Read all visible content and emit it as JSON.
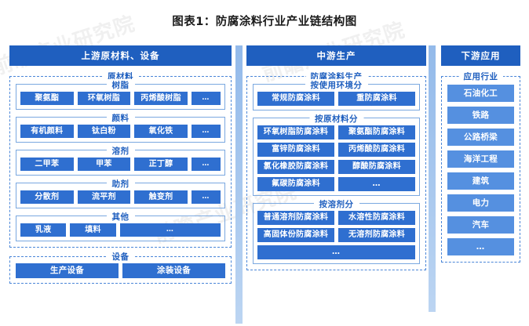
{
  "title": "图表1：防腐涂料行业产业链结构图",
  "watermarks": [
    "前瞻产业研究院",
    "前瞻产业研究院",
    "前瞻产业研究院",
    "前瞻"
  ],
  "colors": {
    "header_blue": "#1f5fbf",
    "chip_blue": "#2f6fd0",
    "chip_blue_light": "#5590e0",
    "dashed_border": "#4a86d8",
    "solid_border": "#7aa8e0",
    "separator": "#93baea",
    "label_text": "#1f5fbf"
  },
  "upstream": {
    "header": "上游原材料、设备",
    "raw_materials": {
      "label": "原材料",
      "groups": [
        {
          "label": "树脂",
          "items": [
            "聚氨酯",
            "环氧树脂",
            "丙烯酸树脂",
            "…"
          ]
        },
        {
          "label": "颜料",
          "items": [
            "有机颜料",
            "钛白粉",
            "氧化铁",
            "…"
          ]
        },
        {
          "label": "溶剂",
          "items": [
            "二甲苯",
            "甲苯",
            "正丁醇",
            "…"
          ]
        },
        {
          "label": "助剂",
          "items": [
            "分散剂",
            "流平剂",
            "触变剂",
            "…"
          ]
        },
        {
          "label": "其他",
          "items": [
            "乳液",
            "填料",
            "…"
          ]
        }
      ]
    },
    "equipment": {
      "label": "设备",
      "items": [
        "生产设备",
        "涂装设备"
      ]
    }
  },
  "midstream": {
    "header": "中游生产",
    "production": {
      "label": "防腐涂料生产",
      "groups": [
        {
          "label": "按使用环境分",
          "rows": [
            [
              "常规防腐涂料",
              "重防腐涂料"
            ]
          ]
        },
        {
          "label": "按原材料分",
          "rows": [
            [
              "环氧树脂防腐涂料",
              "聚氨酯防腐涂料"
            ],
            [
              "富锌防腐涂料",
              "丙烯酸防腐涂料"
            ],
            [
              "氯化橡胶防腐涂料",
              "醇酸防腐涂料"
            ],
            [
              "氟碳防腐涂料",
              "…"
            ]
          ]
        },
        {
          "label": "按溶剂分",
          "rows": [
            [
              "普通溶剂防腐涂料",
              "水溶性防腐涂料"
            ],
            [
              "高固体份防腐涂料",
              "无溶剂防腐涂料"
            ],
            [
              "…"
            ]
          ]
        }
      ]
    }
  },
  "downstream": {
    "header": "下游应用",
    "industries": {
      "label": "应用行业",
      "items": [
        "石油化工",
        "铁路",
        "公路桥梁",
        "海洋工程",
        "建筑",
        "电力",
        "汽车",
        "…"
      ]
    }
  }
}
